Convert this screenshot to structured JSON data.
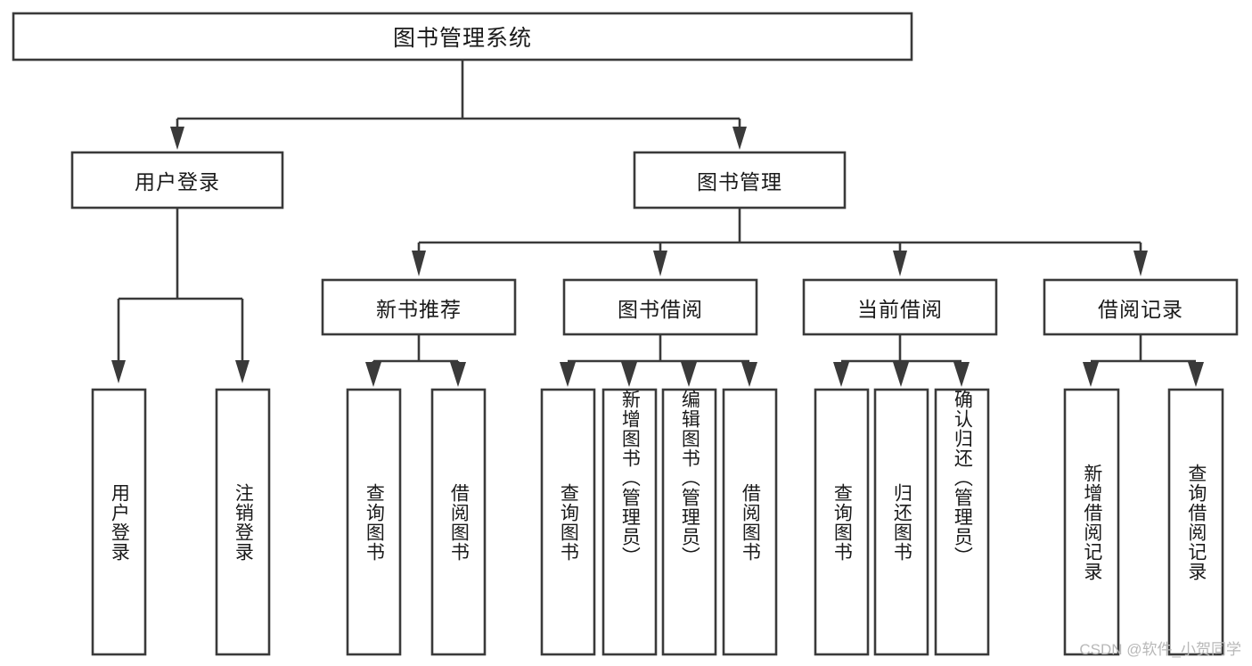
{
  "diagram": {
    "title": "图书管理系统",
    "type": "hierarchy-tree",
    "root": {
      "id": "root",
      "label": "图书管理系统"
    },
    "level2": [
      {
        "id": "user-login",
        "label": "用户登录"
      },
      {
        "id": "book-manage",
        "label": "图书管理"
      }
    ],
    "level3": [
      {
        "id": "new-book-rec",
        "label": "新书推荐",
        "parent": "book-manage"
      },
      {
        "id": "book-borrow",
        "label": "图书借阅",
        "parent": "book-manage"
      },
      {
        "id": "current-borrow",
        "label": "当前借阅",
        "parent": "book-manage"
      },
      {
        "id": "borrow-record",
        "label": "借阅记录",
        "parent": "book-manage"
      }
    ],
    "leaves": [
      {
        "id": "leaf-user-login",
        "label": "用户登录",
        "parent": "user-login"
      },
      {
        "id": "leaf-logout",
        "label": "注销登录",
        "parent": "user-login"
      },
      {
        "id": "leaf-query-book-rec",
        "label": "查询图书",
        "parent": "new-book-rec"
      },
      {
        "id": "leaf-borrow-book-rec",
        "label": "借阅图书",
        "parent": "new-book-rec"
      },
      {
        "id": "leaf-query-book-borrow",
        "label": "查询图书",
        "parent": "book-borrow"
      },
      {
        "id": "leaf-add-book",
        "label": "新增图书（管理员）",
        "parent": "book-borrow"
      },
      {
        "id": "leaf-edit-book",
        "label": "编辑图书（管理员）",
        "parent": "book-borrow"
      },
      {
        "id": "leaf-borrow-book",
        "label": "借阅图书",
        "parent": "book-borrow"
      },
      {
        "id": "leaf-query-book-cur",
        "label": "查询图书",
        "parent": "current-borrow"
      },
      {
        "id": "leaf-return-book",
        "label": "归还图书",
        "parent": "current-borrow"
      },
      {
        "id": "leaf-confirm-return",
        "label": "确认归还（管理员）",
        "parent": "current-borrow"
      },
      {
        "id": "leaf-add-record",
        "label": "新增借阅记录",
        "parent": "borrow-record"
      },
      {
        "id": "leaf-query-record",
        "label": "查询借阅记录",
        "parent": "borrow-record"
      }
    ],
    "colors": {
      "stroke": "#3a3a3a",
      "box_fill": "#ffffff",
      "text": "#1a1a1a",
      "background": "#ffffff",
      "watermark": "#b8b8b8"
    }
  },
  "watermark": {
    "text": "CSDN @软件_小贺同学"
  }
}
